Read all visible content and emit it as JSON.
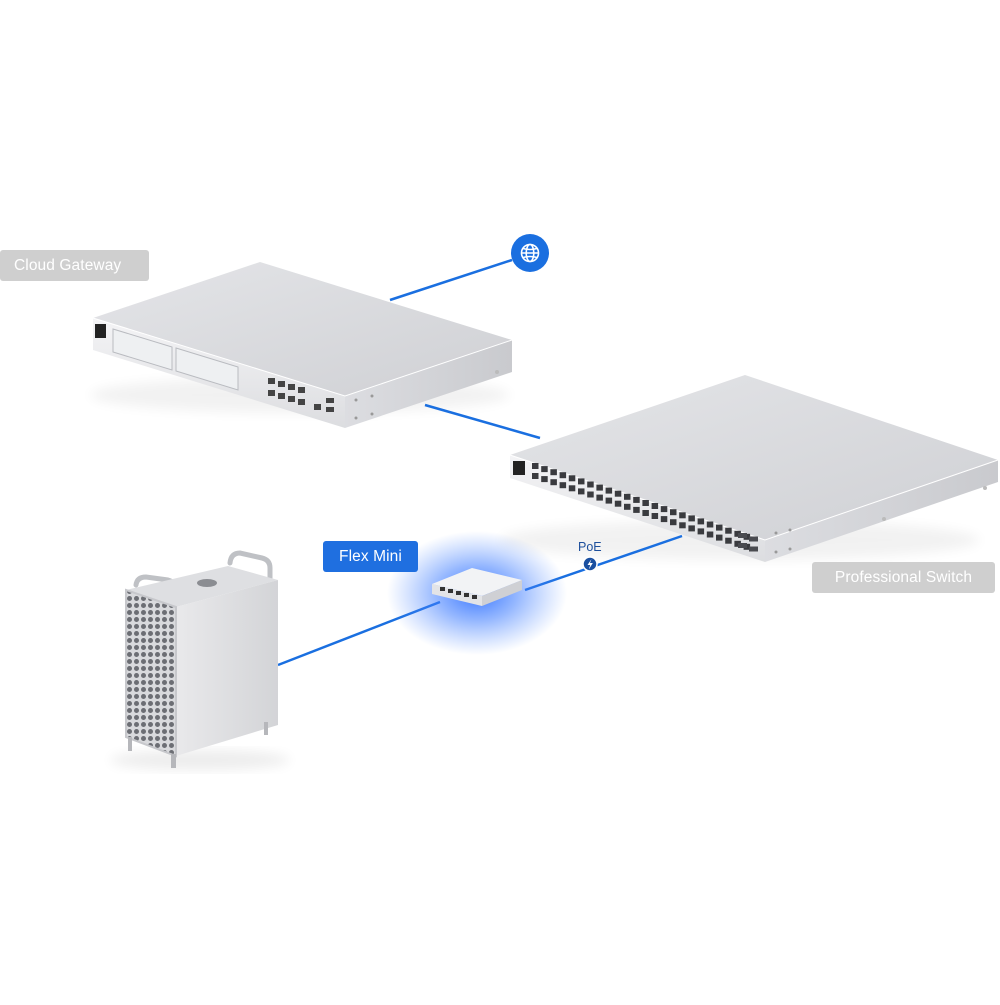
{
  "labels": {
    "cloud_gateway": "Cloud Gateway",
    "professional_switch": "Professional Switch",
    "flex_mini": "Flex Mini",
    "poe": "PoE"
  },
  "colors": {
    "link_line": "#1a6fe0",
    "label_gray": "#cfcfcf",
    "label_blue": "#1f6fe0",
    "device_body": "#e6e6e9",
    "device_top": "#d7d8dc",
    "glow": "#2f6fff"
  },
  "icons": {
    "internet": "globe-icon",
    "poe": "lightning-icon"
  }
}
